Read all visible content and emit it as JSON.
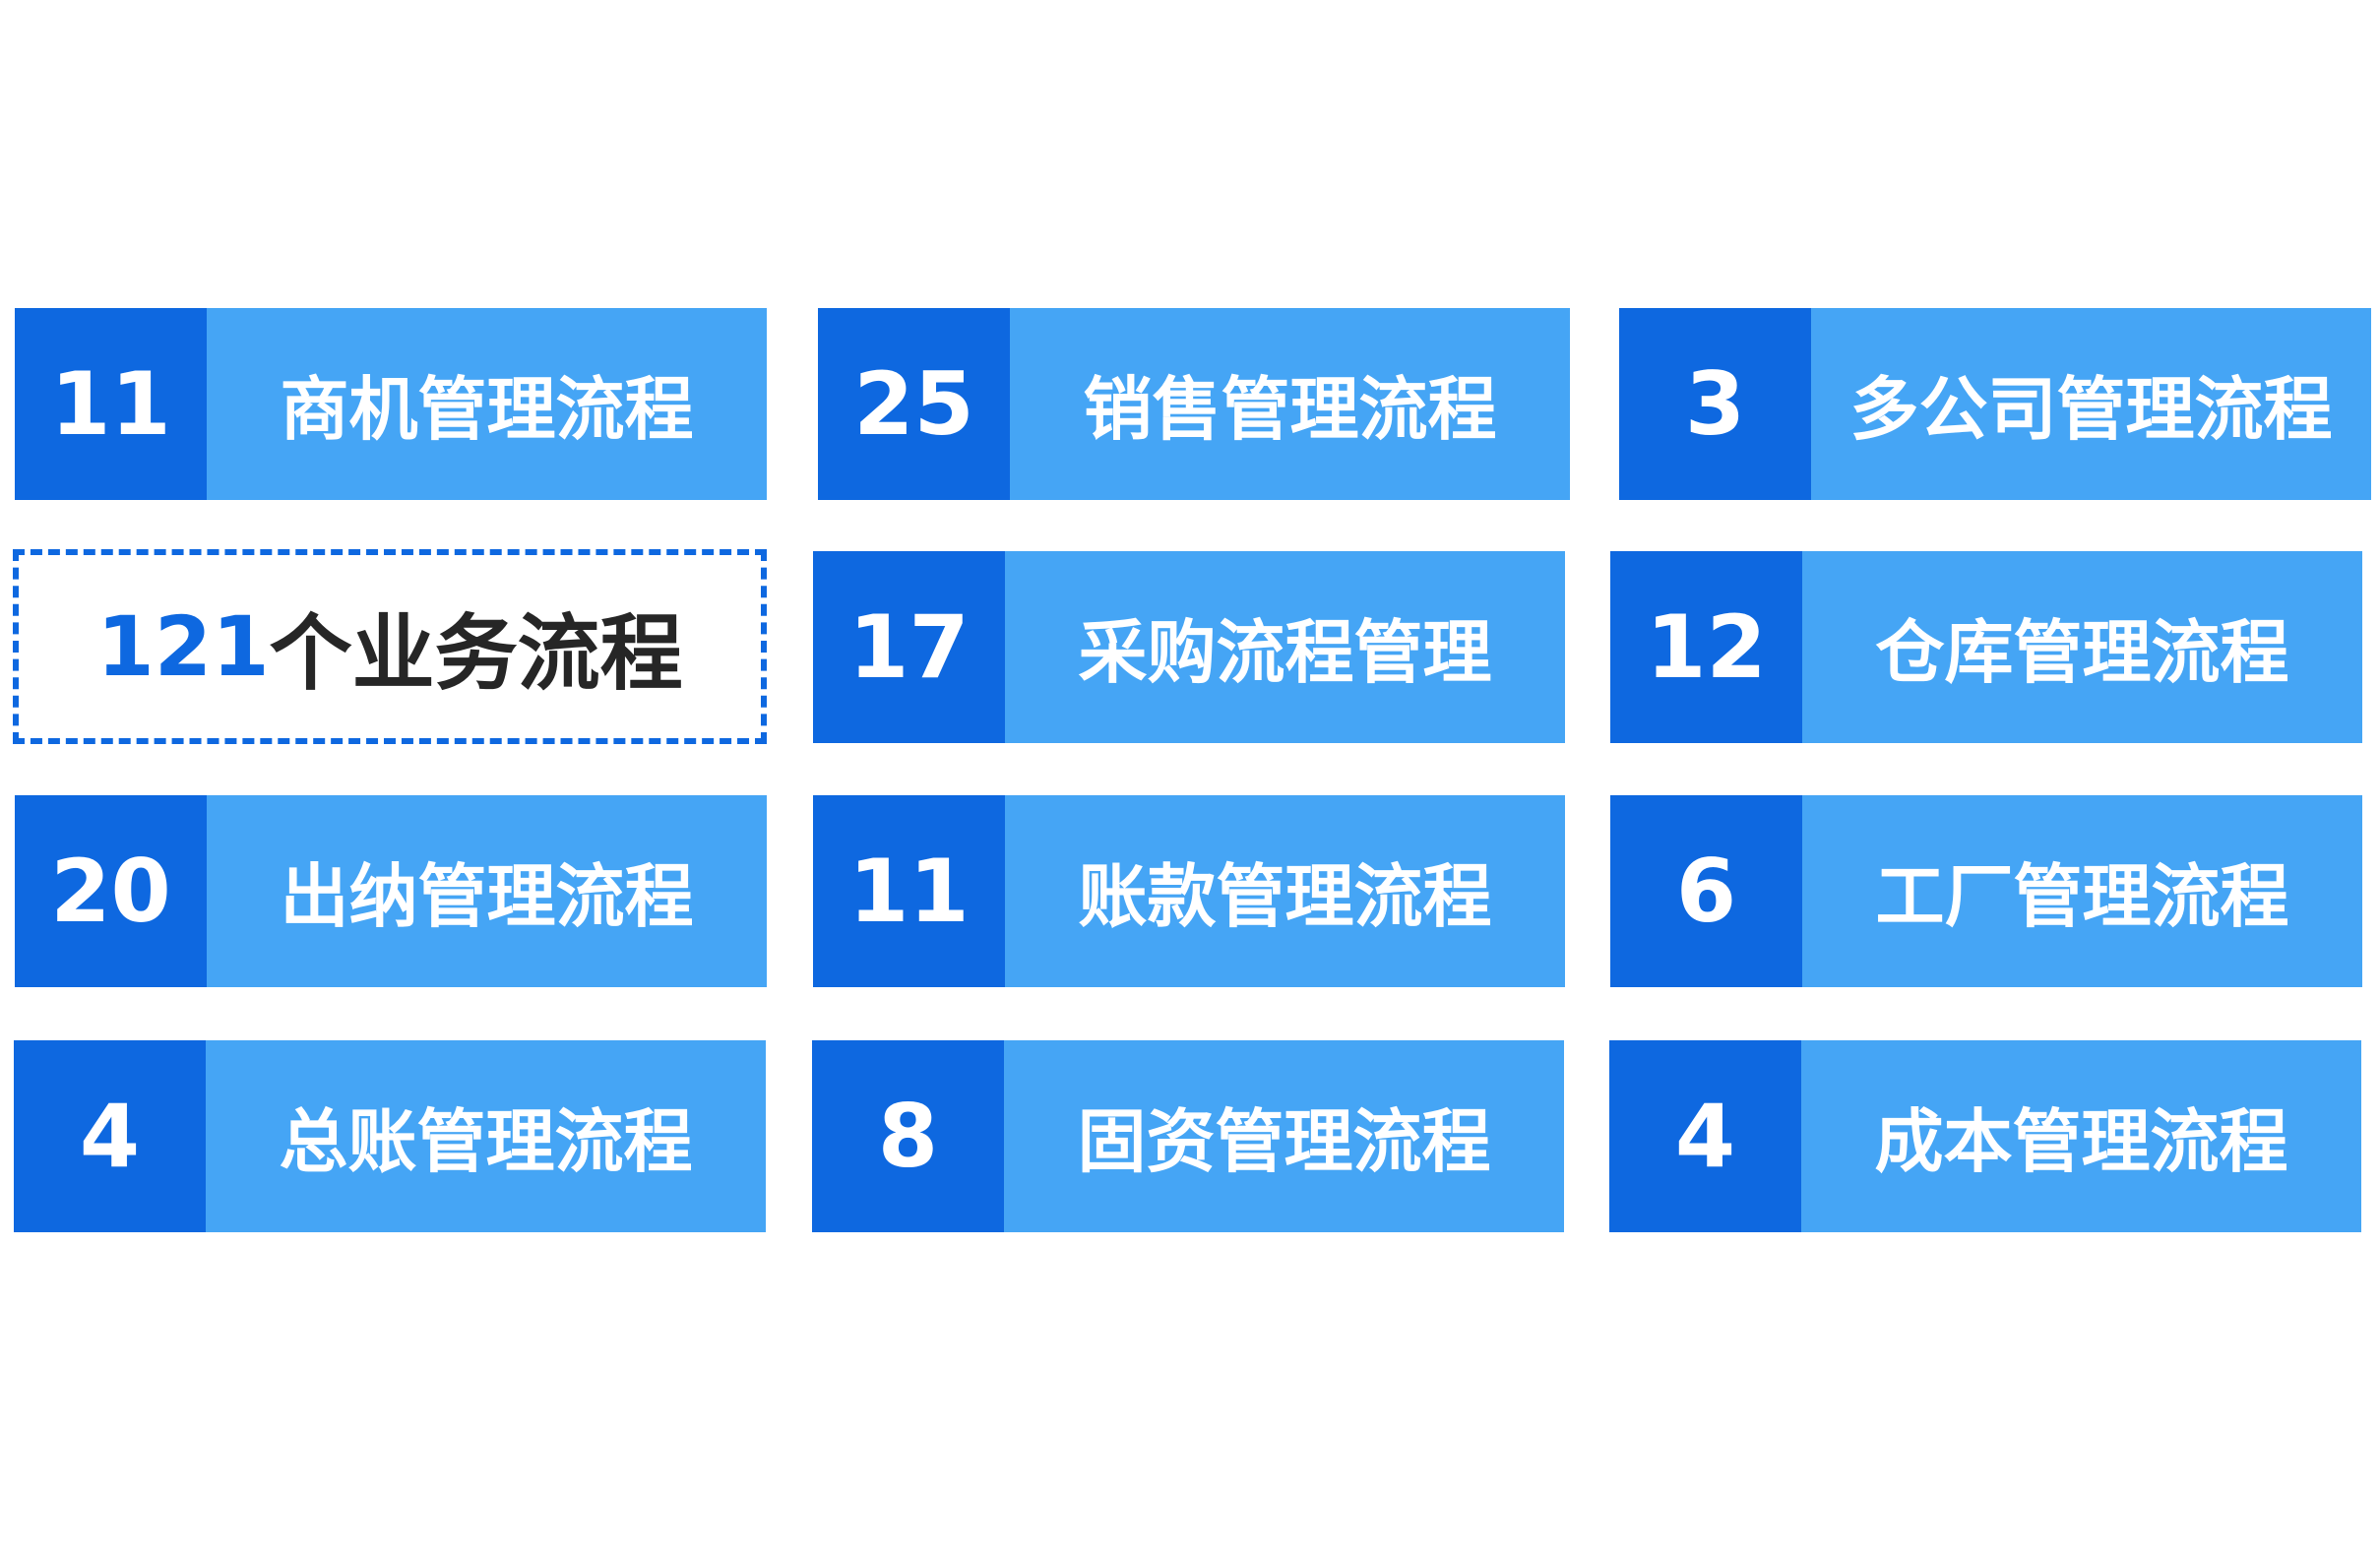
{
  "summary": {
    "count": "121",
    "text": "个业务流程"
  },
  "tiles": [
    {
      "count": "11",
      "label": "商机管理流程"
    },
    {
      "count": "25",
      "label": "销售管理流程"
    },
    {
      "count": "3",
      "label": "多公司管理流程"
    },
    {
      "count": "17",
      "label": "采购流程管理"
    },
    {
      "count": "12",
      "label": "仓库管理流程"
    },
    {
      "count": "20",
      "label": "出纳管理流程"
    },
    {
      "count": "11",
      "label": "账款管理流程"
    },
    {
      "count": "6",
      "label": "工厂管理流程"
    },
    {
      "count": "4",
      "label": "总账管理流程"
    },
    {
      "count": "8",
      "label": "固资管理流程"
    },
    {
      "count": "4",
      "label": "成本管理流程"
    }
  ],
  "colors": {
    "dark_blue": "#0e68e0",
    "light_blue": "#45a5f5",
    "text_dark": "#262626"
  }
}
